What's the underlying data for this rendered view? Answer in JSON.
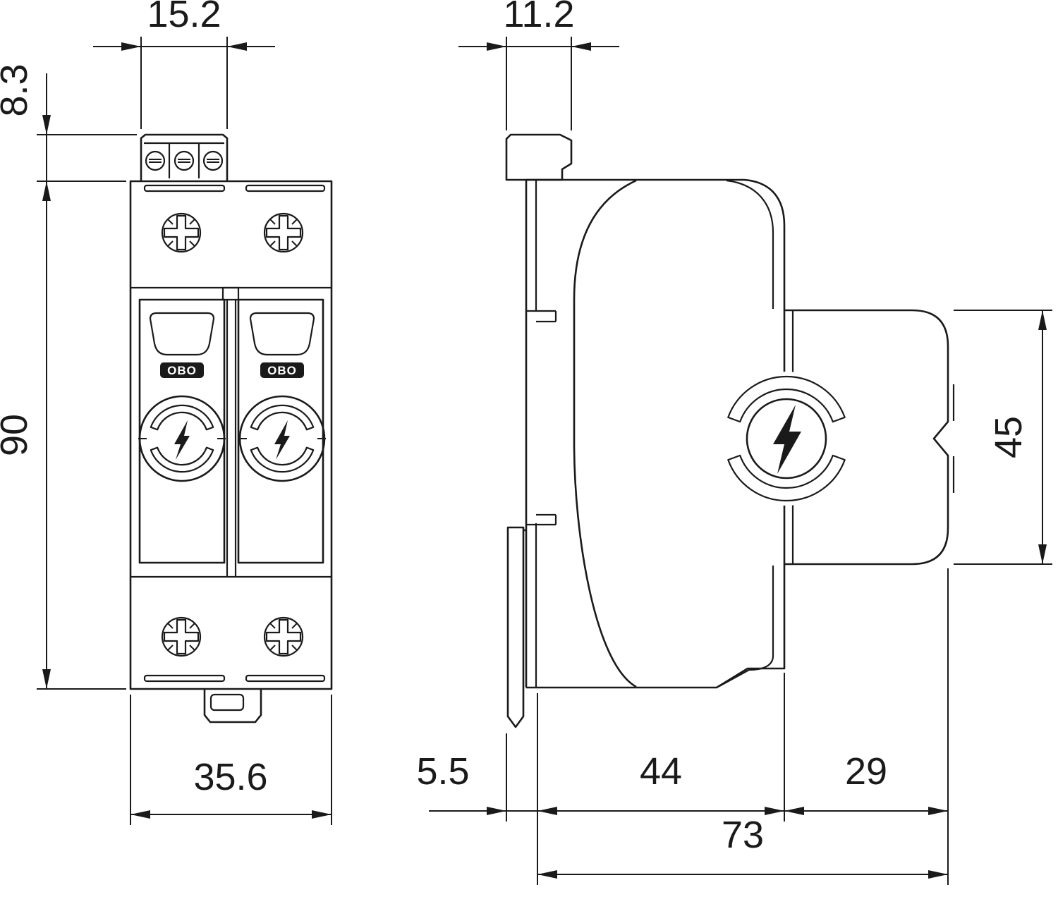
{
  "colors": {
    "line": "#1a1a1a",
    "background": "#ffffff"
  },
  "front_view": {
    "module_logo": "OBO",
    "dimensions": {
      "terminal_width": "15.2",
      "terminal_height": "8.3",
      "body_height": "90",
      "body_width": "35.6"
    }
  },
  "side_view": {
    "dimensions": {
      "rail_hook_width": "11.2",
      "module_height": "45",
      "clip_depth": "5.5",
      "base_depth": "44",
      "module_depth": "29",
      "total_depth": "73"
    }
  }
}
